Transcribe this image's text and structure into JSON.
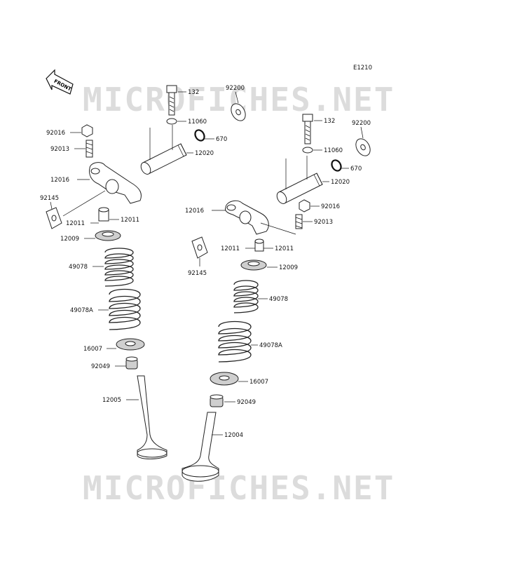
{
  "diagram_code": "E1210",
  "front_label": "FRONT",
  "watermark": "MICROFICHES.NET",
  "left_assembly": {
    "bolt": "132",
    "washer_large": "92200",
    "washer_small": "11060",
    "oring": "670",
    "shaft": "12020",
    "nut": "92016",
    "adjuster_screw": "92013",
    "rocker_arm": "12016",
    "plate": "92145",
    "bushing_a": "12011",
    "bushing_b": "12011",
    "spring_retainer": "12009",
    "spring_outer": "49078",
    "spring_inner": "49078A",
    "spring_seat": "16007",
    "stem_seal": "92049",
    "valve": "12005"
  },
  "right_assembly": {
    "bolt": "132",
    "washer_large": "92200",
    "washer_small": "11060",
    "oring": "670",
    "shaft": "12020",
    "nut": "92016",
    "adjuster_screw": "92013",
    "rocker_arm": "12016",
    "plate": "92145",
    "bushing_a": "12011",
    "bushing_b": "12011",
    "spring_retainer": "12009",
    "spring_outer": "49078",
    "spring_inner": "49078A",
    "spring_seat": "16007",
    "stem_seal": "92049",
    "valve": "12004"
  }
}
